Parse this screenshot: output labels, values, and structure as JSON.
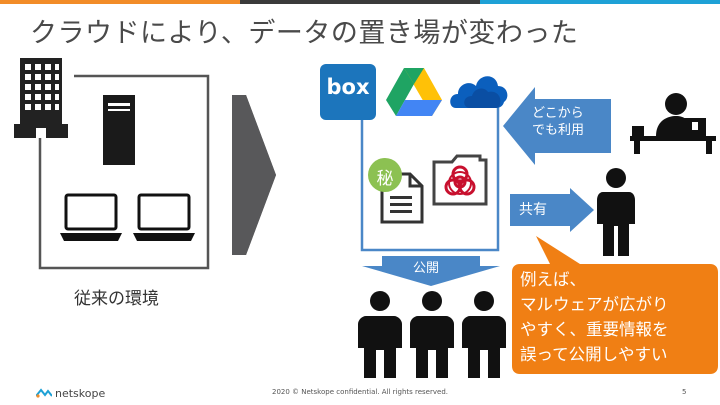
{
  "slide": {
    "title": "クラウドにより、データの置き場が変わった",
    "page_number": "5",
    "footer_text": "2020 © Netskope confidential. All rights reserved.",
    "brand": "netskope"
  },
  "colors": {
    "bar_orange": "#f28c28",
    "bar_dark": "#3a3a3a",
    "bar_blue": "#1ea1d6",
    "accent_blue": "#4a87c7",
    "arrow_gray": "#58585a",
    "orange_callout": "#f07f14",
    "red_icon": "#c8102e",
    "green_icon": "#8cc152"
  },
  "left": {
    "label": "従来の環境",
    "icons": [
      "office-building-icon",
      "server-tower-icon",
      "laptop-icon",
      "laptop-icon"
    ]
  },
  "cloud": {
    "services": [
      "box",
      "google-drive-icon",
      "onedrive-cloud-icon"
    ],
    "box_label": "box",
    "secret_label": "秘",
    "file_icons": [
      "secret-document-icon",
      "biohazard-folder-icon"
    ]
  },
  "arrows": {
    "access_anywhere": "どこから\nでも利用",
    "share": "共有",
    "publish": "公開"
  },
  "callout": {
    "lines": [
      "例えば、",
      "マルウェアが広がり",
      "やすく、重要情報を",
      "誤って公開しやすい"
    ]
  },
  "icons": [
    "desk-worker-icon",
    "person-icon",
    "group-people-icon"
  ]
}
